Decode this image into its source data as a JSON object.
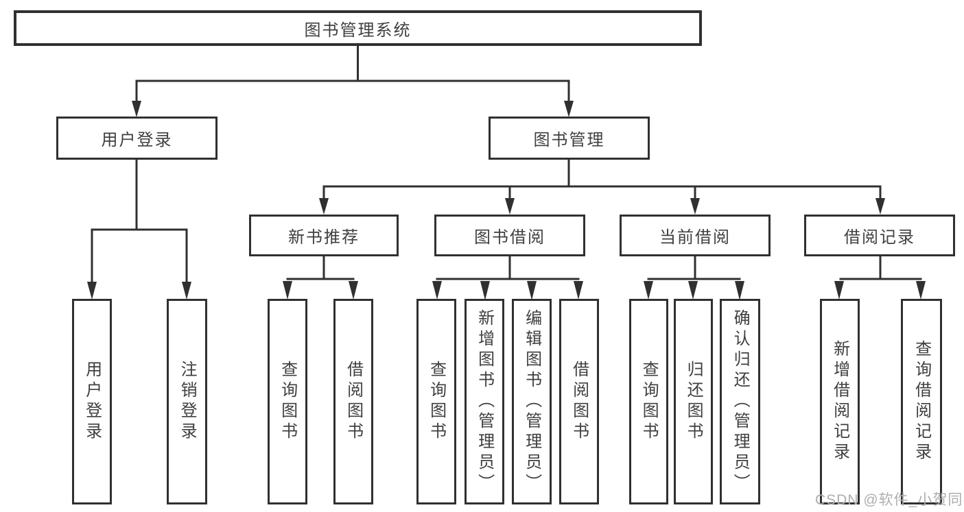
{
  "nodes": {
    "root": "图书管理系统",
    "user_login": "用户登录",
    "book_mgmt": "图书管理",
    "new_books": "新书推荐",
    "book_borrow": "图书借阅",
    "current_borrow": "当前借阅",
    "borrow_records": "借阅记录",
    "ul_login": "用户登录",
    "ul_logout": "注销登录",
    "nb_query": "查询图书",
    "nb_borrow": "借阅图书",
    "bb_query": "查询图书",
    "bb_add": "新增图书（管理员）",
    "bb_edit": "编辑图书（管理员）",
    "bb_borrow": "借阅图书",
    "cb_query": "查询图书",
    "cb_return": "归还图书",
    "cb_confirm": "确认归还（管理员）",
    "br_add": "新增借阅记录",
    "br_query": "查询借阅记录"
  },
  "watermark": "CSDN @软件_小贺同学"
}
